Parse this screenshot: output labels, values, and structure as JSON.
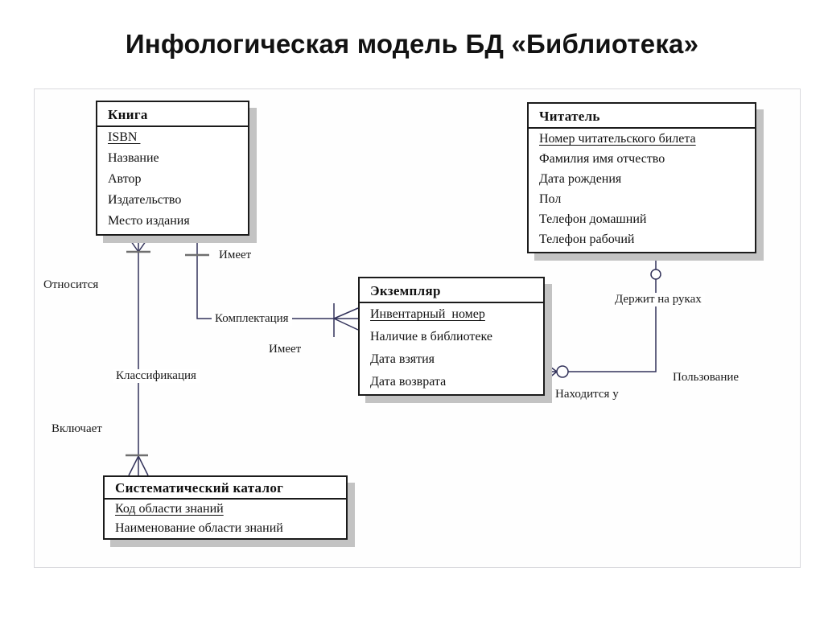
{
  "title": "Инфологическая модель БД «Библиотека»",
  "entities": {
    "kniga": {
      "name": "Книга",
      "attrs": [
        "ISBN ",
        "Название",
        "Автор",
        "Издательство",
        "Место издания"
      ]
    },
    "chitatel": {
      "name": "Читатель",
      "attrs": [
        "Номер читательского билета",
        "Фамилия имя отчество",
        "Дата рождения",
        "Пол",
        "Телефон домашний",
        "Телефон рабочий"
      ]
    },
    "ekzemplyar": {
      "name": "Экземпляр",
      "attrs": [
        "Инвентарный  номер",
        "Наличие в библиотеке",
        "Дата взятия",
        "Дата возврата"
      ]
    },
    "katalog": {
      "name": "Систематический каталог",
      "attrs": [
        "Код области знаний",
        "Наименование области знаний"
      ]
    }
  },
  "relationships": {
    "klassifikaciya": {
      "name": "Классификация",
      "kniga_role": "Относится",
      "katalog_role": "Включает"
    },
    "komplektaciya": {
      "name": "Комплектация",
      "kniga_role": "Имеет",
      "ekzemplyar_role": "Имеет"
    },
    "polzovanie": {
      "name": "Пользование",
      "chitatel_role": "Держит на руках",
      "ekzemplyar_role": "Находится у"
    }
  },
  "colors": {
    "wire": "#32325a",
    "tick": "#6f6f6f",
    "entity_border": "#1b1b1b",
    "entity_shadow": "#c3c3c3",
    "frame_border": "#dadade"
  }
}
